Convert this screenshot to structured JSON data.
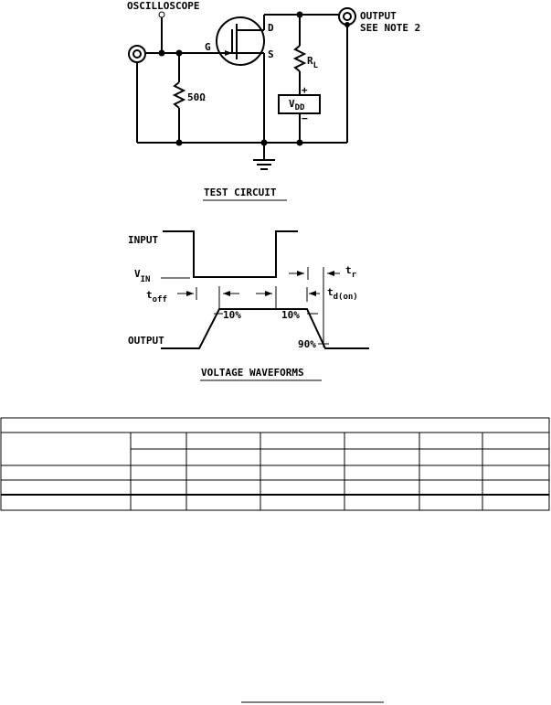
{
  "circuit": {
    "oscilloscope": "OSCILLOSCOPE",
    "gate": "G",
    "drain": "D",
    "source": "S",
    "output": "OUTPUT",
    "see_note": "SEE NOTE 2",
    "rl_main": "R",
    "rl_sub": "L",
    "vdd_main": "V",
    "vdd_sub": "DD",
    "plus": "+",
    "minus": "−",
    "r50": "50Ω",
    "caption": "TEST CIRCUIT"
  },
  "waveform": {
    "input": "INPUT",
    "vin_main": "V",
    "vin_sub": "IN",
    "toff_main": "t",
    "toff_sub": "off",
    "tr_main": "t",
    "tr_sub": "r",
    "tdon_main": "t",
    "tdon_sub": "d(on)",
    "p10_left": "10%",
    "p10_right": "10%",
    "p90": "90%",
    "output": "OUTPUT",
    "caption": "VOLTAGE WAVEFORMS"
  },
  "table": {
    "rows": 6,
    "note": ""
  }
}
